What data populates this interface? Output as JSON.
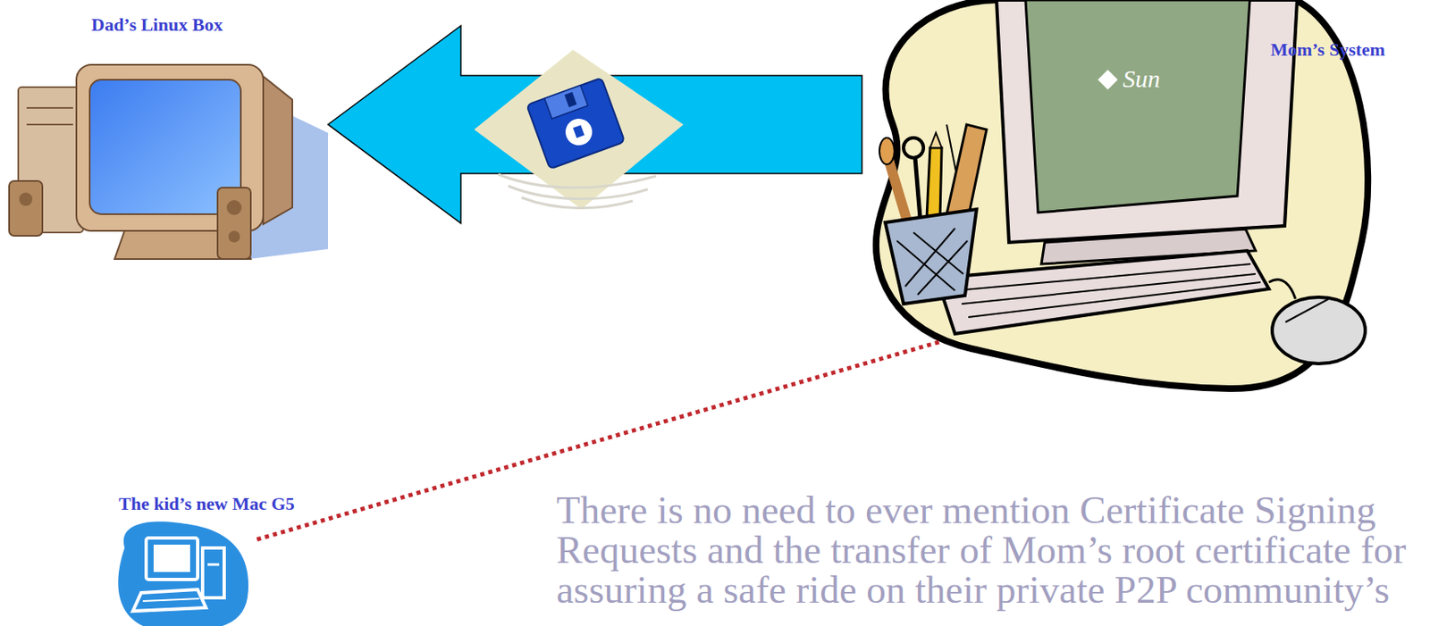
{
  "diagram": {
    "nodes": [
      {
        "text": [
          "Dad’s Linux Box"
        ]
      },
      {
        "text": [
          "Mom’s System"
        ]
      },
      {
        "text": [
          "The kid’s new Mac G5"
        ]
      }
    ],
    "edges": [
      {
        "from": 1,
        "to": 0,
        "arrow": "to"
      },
      {
        "from": 1,
        "to": 2,
        "arrow": "none"
      }
    ],
    "labels": [
      "Sun",
      "There is no need to ever mention Certificate Signing Requests and the transfer of Mom’s root certificate for assuring a safe ride on their private P2P community’s"
    ]
  }
}
